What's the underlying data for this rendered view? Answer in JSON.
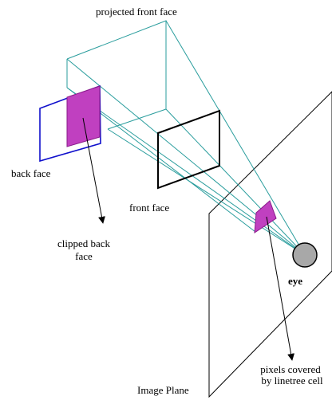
{
  "labels": {
    "projected_front_face": "projected front face",
    "back_face": "back face",
    "front_face": "front face",
    "clipped_back_face_line1": "clipped back",
    "clipped_back_face_line2": "face",
    "eye": "eye",
    "pixels_line1": "pixels covered",
    "pixels_line2": "by linetree cell",
    "image_plane": "Image Plane"
  },
  "colors": {
    "projection_lines": "#2a9d9d",
    "back_face_outline": "#1010cc",
    "clipped_fill": "#c040c0",
    "clipped_stroke": "#8a1a8a",
    "eye_fill": "#a8a8a8",
    "black": "#000000"
  }
}
